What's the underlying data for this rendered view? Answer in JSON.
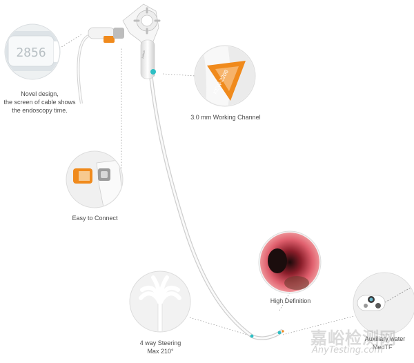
{
  "display_time": "2856",
  "captions": {
    "novel_design": [
      "Novel design,",
      "the screen of cable shows",
      "the endoscopy time."
    ],
    "working_channel": "3.0 mm Working Channel",
    "easy_connect": "Easy to Connect",
    "steering": [
      "4 way Steering",
      "Max 210°"
    ],
    "high_definition": "High Definition",
    "auxiliary_water": "Auxiliary water"
  },
  "channel_port_text": "KEW-2208",
  "watermark": {
    "chinese": "嘉峪检测网",
    "english": "AnyTesting.com",
    "logo_text": "MedTF"
  },
  "colors": {
    "accent": "#2dbfc4",
    "orange": "#f08a1c",
    "body": "#f4f4f4"
  }
}
